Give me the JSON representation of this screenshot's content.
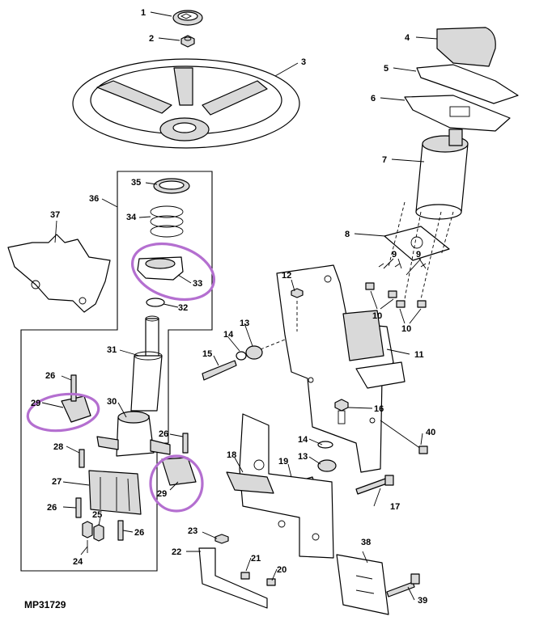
{
  "figure_id": "MP31729",
  "highlight_color": "#b46fd0",
  "callouts": {
    "c1": "1",
    "c2": "2",
    "c3": "3",
    "c4": "4",
    "c5": "5",
    "c6": "6",
    "c7": "7",
    "c8": "8",
    "c9a": "9",
    "c9b": "9",
    "c10a": "10",
    "c10b": "10",
    "c11": "11",
    "c12": "12",
    "c13a": "13",
    "c13b": "13",
    "c14a": "14",
    "c14b": "14",
    "c15": "15",
    "c16": "16",
    "c17": "17",
    "c18": "18",
    "c19": "19",
    "c20": "20",
    "c21": "21",
    "c22": "22",
    "c23": "23",
    "c24": "24",
    "c25": "25",
    "c26a": "26",
    "c26b": "26",
    "c26c": "26",
    "c26d": "26",
    "c27": "27",
    "c28": "28",
    "c29a": "29",
    "c29b": "29",
    "c30": "30",
    "c31": "31",
    "c32": "32",
    "c33": "33",
    "c34": "34",
    "c35": "35",
    "c36": "36",
    "c37": "37",
    "c38": "38",
    "c39": "39",
    "c40": "40"
  }
}
